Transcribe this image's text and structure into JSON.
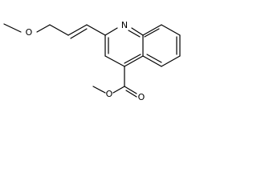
{
  "structure": {
    "atoms": {
      "methoxy_oxygen": "O",
      "ring_nitrogen": "N",
      "carbonyl_oxygen": "O",
      "ester_oxygen": "O"
    }
  }
}
